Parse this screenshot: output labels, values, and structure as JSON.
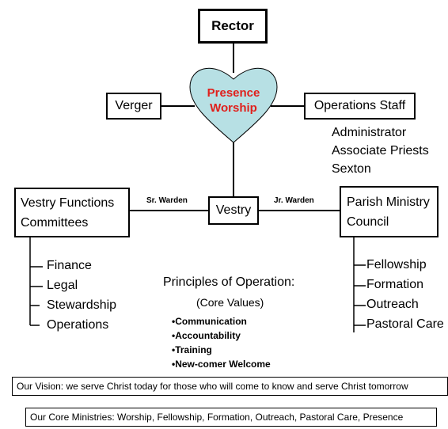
{
  "rector": "Rector",
  "verger": "Verger",
  "operations_staff": "Operations Staff",
  "staff_list": [
    "Administrator",
    "Associate Priests",
    "Sexton"
  ],
  "heart": {
    "line1": "Presence",
    "line2": "Worship",
    "text_color": "#e0201c",
    "fill_color": "#b7e0e4"
  },
  "vestry": "Vestry",
  "sr_warden": "Sr. Warden",
  "jr_warden": "Jr. Warden",
  "vestry_functions": {
    "line1": "Vestry Functions",
    "line2": "Committees"
  },
  "vestry_committees": [
    "Finance",
    "Legal",
    "Stewardship",
    "Operations"
  ],
  "parish_council": {
    "line1": "Parish Ministry",
    "line2": "Council"
  },
  "parish_items": [
    "Fellowship",
    "Formation",
    "Outreach",
    "Pastoral Care"
  ],
  "principles": {
    "title": "Principles of Operation:",
    "subtitle": "(Core Values)",
    "items": [
      "•Communication",
      "•Accountability",
      "•Training",
      "•New-comer Welcome"
    ]
  },
  "vision": "Our Vision: we serve Christ today for those who will come to know and serve Christ tomorrow",
  "core_ministries": "Our Core Ministries: Worship, Fellowship, Formation, Outreach, Pastoral Care, Presence"
}
